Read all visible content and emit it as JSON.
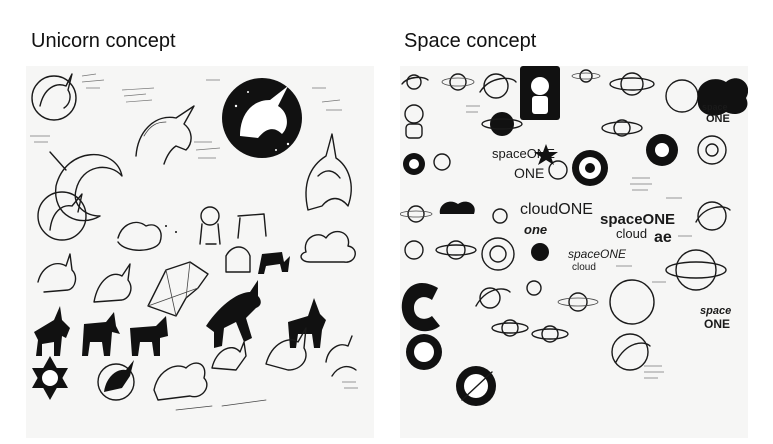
{
  "panels": [
    {
      "heading": "Unicorn concept"
    },
    {
      "heading": "Space concept",
      "wordmarks": {
        "space_one": "spaceONE",
        "one": "ONE",
        "one_lower": "one",
        "cloud_one": "cloudONE",
        "space_one_cloud_line1": "spaceONE",
        "space_one_cloud_line2": "cloud",
        "space_one_cloud2_line1": "spaceONE",
        "space_one_cloud2_line2": "cloud",
        "space_stacked_line1": "space",
        "space_stacked_line2": "ONE",
        "space_badge_line1": "space",
        "space_badge_line2": "ONE",
        "ae": "ae"
      }
    }
  ]
}
